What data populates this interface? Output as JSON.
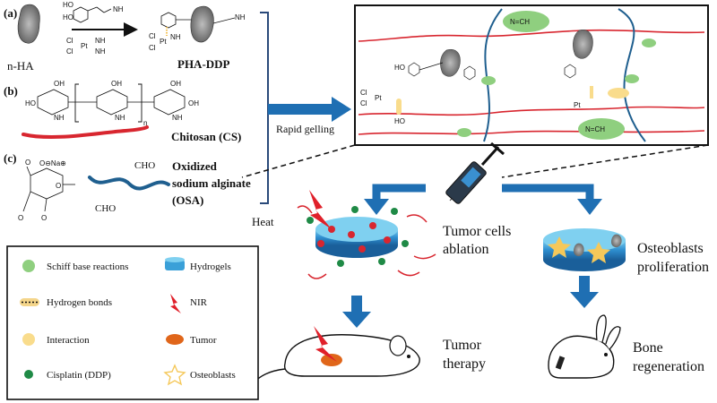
{
  "panels": {
    "a": {
      "label": "(a)",
      "nha": "n-HA",
      "product": "PHA-DDP"
    },
    "b": {
      "label": "(b)",
      "name": "Chitosan (CS)"
    },
    "c": {
      "label": "(c)",
      "name_line1": "Oxidized",
      "name_line2": "sodium alginate",
      "name_line3": "(OSA)"
    }
  },
  "chem": {
    "ho": "HO",
    "nh2": "NH",
    "cl": "Cl",
    "pt": "Pt",
    "nh3": "NH",
    "oh": "OH",
    "n": "n",
    "cho": "CHO",
    "na": "O⊖Na⊕",
    "o": "O",
    "imine": "N=CH"
  },
  "process": {
    "rapid_gelling": "Rapid gelling"
  },
  "center": {
    "heat": "Heat",
    "tumor_cells_l1": "Tumor cells",
    "tumor_cells_l2": "ablation",
    "tumor_therapy_l1": "Tumor",
    "tumor_therapy_l2": "therapy",
    "osteo_l1": "Osteoblasts",
    "osteo_l2": "proliferation",
    "bone_l1": "Bone",
    "bone_l2": "regeneration"
  },
  "legend": [
    {
      "key": "schiff",
      "label": "Schiff base reactions",
      "icon": "green-ellipse-icon",
      "color": "#8fcf7f"
    },
    {
      "key": "hbond",
      "label": "Hydrogen bonds",
      "icon": "dotted-bond-icon",
      "color": "#f4d58a"
    },
    {
      "key": "interaction",
      "label": "Interaction",
      "icon": "yellow-circle-icon",
      "color": "#f9dc8c"
    },
    {
      "key": "ddp",
      "label": "Cisplatin (DDP)",
      "icon": "dark-green-dot-icon",
      "color": "#1f8a46"
    },
    {
      "key": "hydrogel",
      "label": "Hydrogels",
      "icon": "hydrogel-disc-icon",
      "color": "#3aa0d8"
    },
    {
      "key": "nir",
      "label": "NIR",
      "icon": "lightning-icon",
      "color": "#e0202a"
    },
    {
      "key": "tumor",
      "label": "Tumor",
      "icon": "tumor-icon",
      "color": "#e0661a"
    },
    {
      "key": "osteo",
      "label": "Osteoblasts",
      "icon": "star-icon",
      "color": "#f5c85a"
    }
  ],
  "colors": {
    "arrow": "#1f6fb3",
    "chitosan": "#d8262f",
    "osa": "#1f5f8f",
    "schiff": "#8fcf7f"
  }
}
